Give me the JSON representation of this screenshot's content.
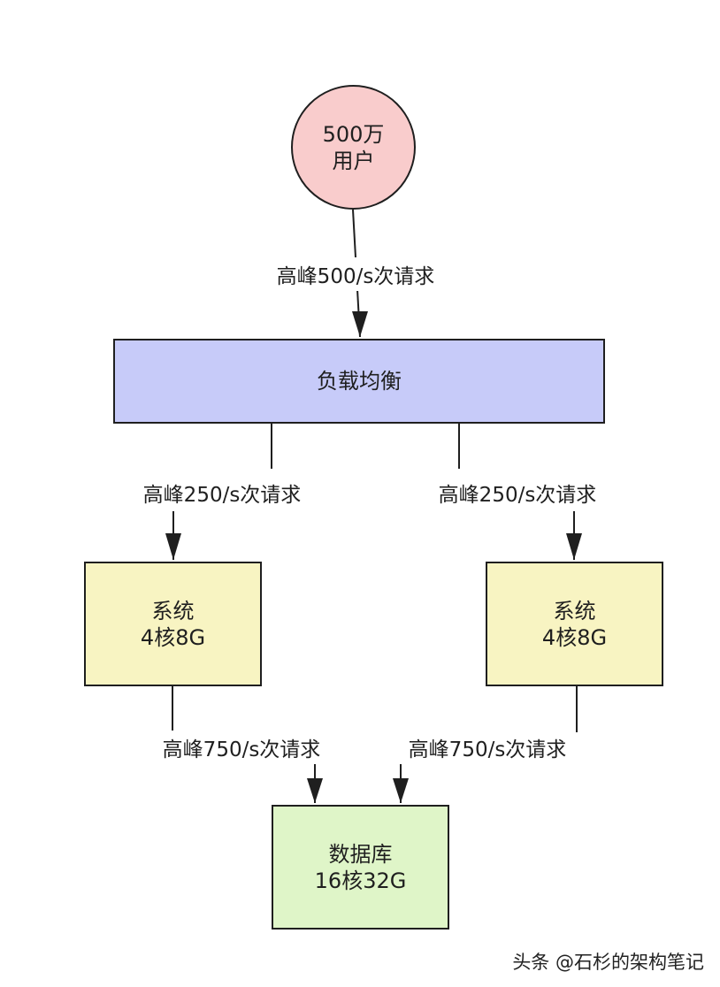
{
  "nodes": {
    "users": {
      "line1": "500万",
      "line2": "用户"
    },
    "load_balancer": {
      "label": "负载均衡"
    },
    "system_left": {
      "line1": "系统",
      "line2": "4核8G"
    },
    "system_right": {
      "line1": "系统",
      "line2": "4核8G"
    },
    "database": {
      "line1": "数据库",
      "line2": "16核32G"
    }
  },
  "edges": {
    "users_to_lb": "高峰500/s次请求",
    "lb_to_system_left": "高峰250/s次请求",
    "lb_to_system_right": "高峰250/s次请求",
    "system_left_to_db": "高峰750/s次请求",
    "system_right_to_db": "高峰750/s次请求"
  },
  "watermark": "头条 @石杉的架构笔记",
  "colors": {
    "users_fill": "#f9cccc",
    "load_balancer_fill": "#c7cbf9",
    "system_fill": "#f8f4c2",
    "database_fill": "#dff5c8",
    "stroke": "#1f1f1f"
  }
}
